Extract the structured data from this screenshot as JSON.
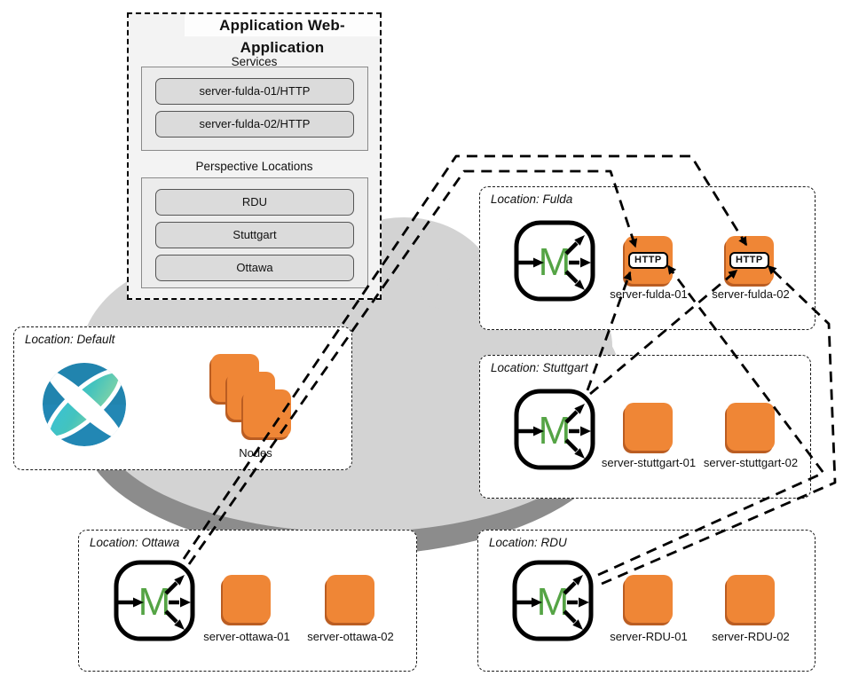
{
  "app_panel": {
    "title": "Application Web-Application",
    "services_label": "Services",
    "services": [
      "server-fulda-01/HTTP",
      "server-fulda-02/HTTP"
    ],
    "perspective_label": "Perspective Locations",
    "perspective_locations": [
      "RDU",
      "Stuttgart",
      "Ottawa"
    ]
  },
  "locations": {
    "fulda": {
      "label": "Location: Fulda",
      "servers": [
        {
          "name": "server-fulda-01",
          "badge": "HTTP"
        },
        {
          "name": "server-fulda-02",
          "badge": "HTTP"
        }
      ]
    },
    "default": {
      "label": "Location: Default",
      "nodes_label": "Nodes"
    },
    "stuttgart": {
      "label": "Location: Stuttgart",
      "servers": [
        {
          "name": "server-stuttgart-01"
        },
        {
          "name": "server-stuttgart-02"
        }
      ]
    },
    "ottawa": {
      "label": "Location: Ottawa",
      "servers": [
        {
          "name": "server-ottawa-01"
        },
        {
          "name": "server-ottawa-02"
        }
      ]
    },
    "rdu": {
      "label": "Location: RDU",
      "servers": [
        {
          "name": "server-RDU-01"
        },
        {
          "name": "server-RDU-02"
        }
      ]
    }
  },
  "connections": [
    {
      "from": "ottawa-m-router",
      "to": "server-fulda-01-http"
    },
    {
      "from": "ottawa-m-router",
      "to": "server-fulda-02-http"
    },
    {
      "from": "stuttgart-m-router",
      "to": "server-fulda-01-http"
    },
    {
      "from": "stuttgart-m-router",
      "to": "server-fulda-02-http"
    },
    {
      "from": "rdu-m-router",
      "to": "server-fulda-01-http"
    },
    {
      "from": "rdu-m-router",
      "to": "server-fulda-02-http"
    }
  ],
  "icons": {
    "m_router": "message-router-icon",
    "m_letter": "M",
    "server_node": "server-node-icon",
    "nodes_stack": "nodes-stack-icon",
    "platform_logo": "platform-logo-icon"
  },
  "colors": {
    "server_orange": "#EF8636",
    "server_orange_shadow": "#BA5D22",
    "m_green": "#55A445",
    "cloud": "#D3D3D3",
    "cloud_shadow": "#8C8C8C",
    "panel_bg": "#F3F3F3",
    "subpanel_bg": "#ECECEC",
    "item_bg": "#DBDBDB"
  }
}
